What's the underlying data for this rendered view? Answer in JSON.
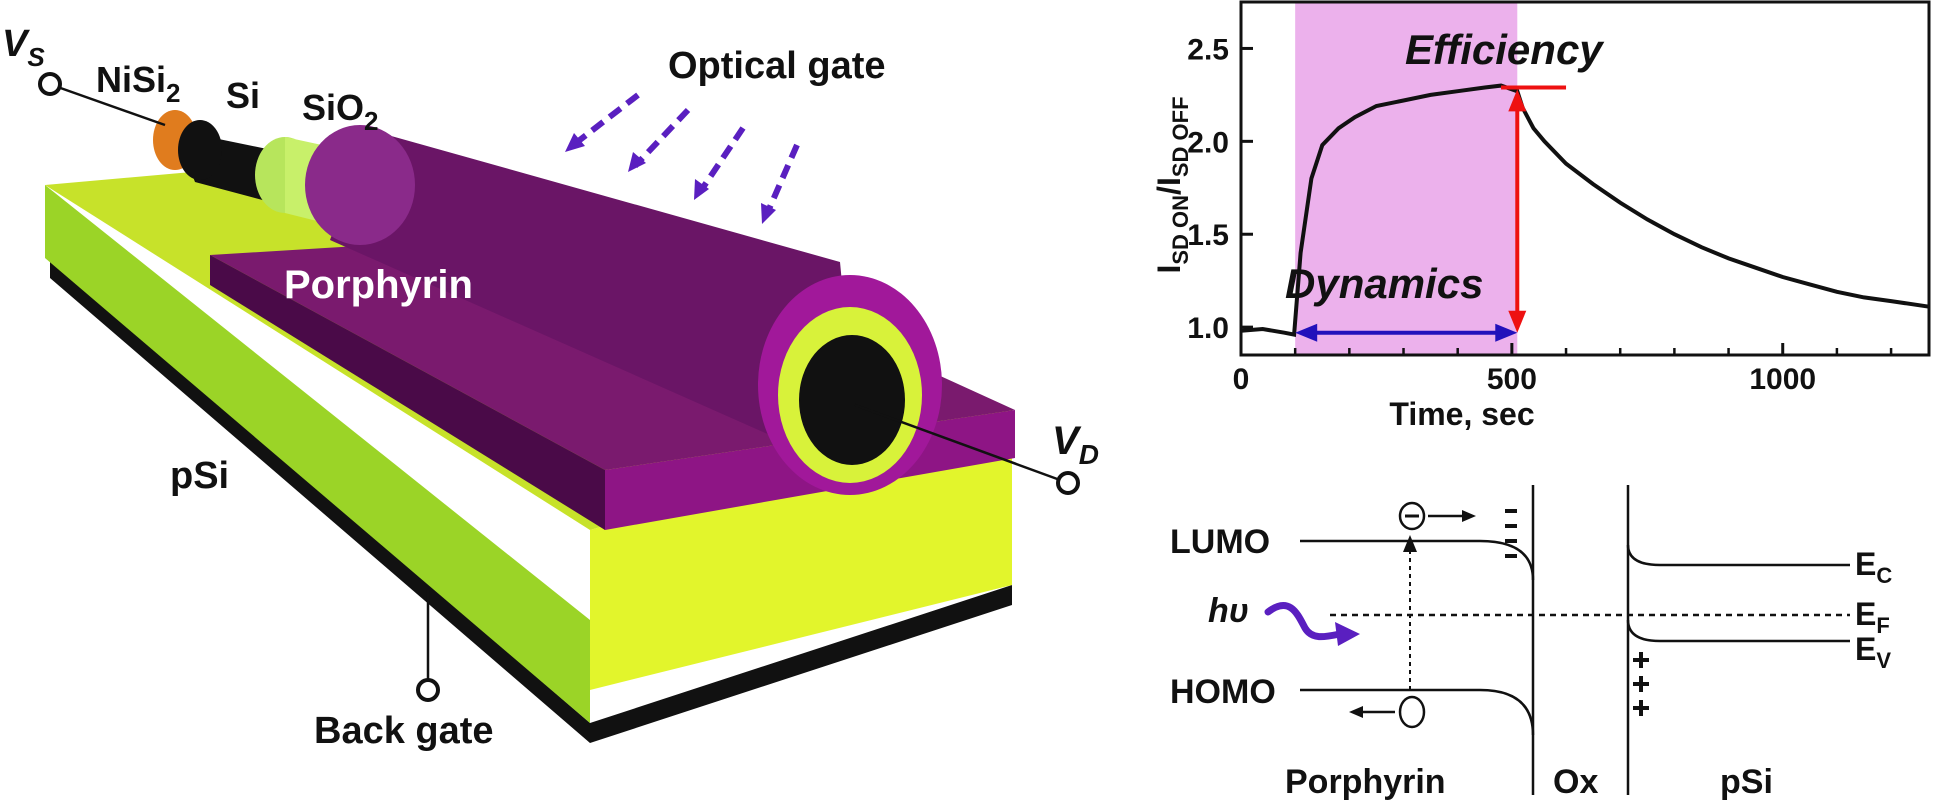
{
  "device": {
    "labels": {
      "vs": "V",
      "vs_sub": "S",
      "nisi2": "NiSi",
      "nisi2_sub": "2",
      "si": "Si",
      "sio2": "SiO",
      "sio2_sub": "2",
      "optical_gate": "Optical gate",
      "porphyrin": "Porphyrin",
      "vd": "V",
      "vd_sub": "D",
      "psi": "pSi",
      "back_gate": "Back gate"
    },
    "colors": {
      "substrate_top": "#c7e22a",
      "substrate_side": "#9bd427",
      "substrate_front": "#e2f52c",
      "base_black": "#111111",
      "porphyrin_slab_top": "#7a1a6e",
      "porphyrin_slab_front": "#8e1585",
      "cylinder": "#6a1566",
      "ring_magenta": "#a1189a",
      "ring_yellow": "#d8f23a",
      "nisi2_orange": "#e07c1e",
      "oxide_green": "#b7e55c",
      "arrow_purple": "#5a1fc0"
    }
  },
  "chart_data": {
    "type": "line",
    "title": "",
    "xlabel": "Time, sec",
    "ylabel": "I",
    "ylabel_parts": [
      "I",
      "SD ON",
      "/I",
      "SD OFF"
    ],
    "xlim": [
      0,
      1270
    ],
    "ylim": [
      0.85,
      2.75
    ],
    "xticks": [
      0,
      500,
      1000
    ],
    "yticks": [
      1.0,
      1.5,
      2.0,
      2.5
    ],
    "xtick_labels": [
      "0",
      "500",
      "1000"
    ],
    "ytick_labels": [
      "1.0",
      "1.5",
      "2.0",
      "2.5"
    ],
    "illumination_window": [
      100,
      510
    ],
    "series": [
      {
        "x": [
          0,
          40,
          80,
          98,
          110,
          130,
          150,
          180,
          210,
          250,
          300,
          350,
          400,
          450,
          480,
          500,
          510,
          520,
          540,
          560,
          600,
          650,
          700,
          750,
          800,
          850,
          900,
          950,
          1000,
          1050,
          1100,
          1150,
          1200,
          1270
        ],
        "y": [
          0.98,
          0.99,
          0.97,
          0.96,
          1.4,
          1.8,
          1.98,
          2.07,
          2.13,
          2.19,
          2.22,
          2.25,
          2.27,
          2.29,
          2.3,
          2.28,
          2.27,
          2.18,
          2.07,
          2.0,
          1.88,
          1.77,
          1.67,
          1.58,
          1.5,
          1.43,
          1.37,
          1.32,
          1.27,
          1.23,
          1.19,
          1.16,
          1.14,
          1.11
        ]
      }
    ],
    "annotations": {
      "efficiency": "Efficiency",
      "dynamics": "Dynamics"
    },
    "colors": {
      "window": "#ecb1ec",
      "line": "#111111",
      "efficiency_arrow": "#ee1111",
      "dynamics_arrow": "#2211bb"
    },
    "grid": false
  },
  "band_diagram": {
    "labels": {
      "lumo": "LUMO",
      "homo": "HOMO",
      "hv": "hυ",
      "ec": "E",
      "ec_sub": "C",
      "ef": "E",
      "ef_sub": "F",
      "ev": "E",
      "ev_sub": "V",
      "porphyrin": "Porphyrin",
      "ox": "Ox",
      "psi": "pSi",
      "electron": "⊖",
      "holes": "+++",
      "neg_charges": "---"
    }
  }
}
